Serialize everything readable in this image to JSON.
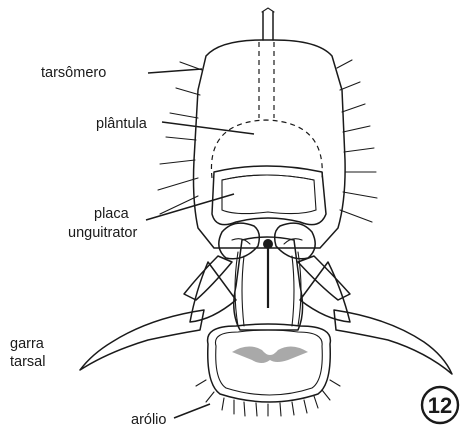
{
  "labels": {
    "tarsomero": "tarsômero",
    "plantula": "plântula",
    "placa_line1": "placa",
    "placa_line2": "unguitrator",
    "garra_line1": "garra",
    "garra_line2": "tarsal",
    "arolio": "arólio"
  },
  "figure_number": "12",
  "colors": {
    "ink": "#1a1a1a",
    "stipple": "#9a9a9a",
    "arolium_shade": "#8c8c8c",
    "background": "#ffffff"
  }
}
